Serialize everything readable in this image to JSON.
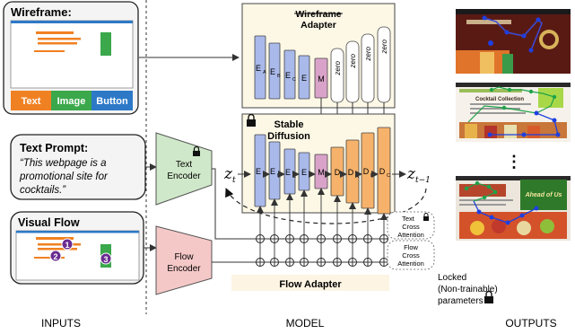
{
  "inputs": {
    "wireframe_title": "Wireframe:",
    "legend": [
      "Text",
      "Image",
      "Button"
    ],
    "text_prompt_title": "Text Prompt:",
    "text_prompt_lines": [
      "“This webpage is a",
      "promotional site for",
      "cocktails.”"
    ],
    "visual_flow_title": "Visual Flow",
    "flow_numbers": [
      "1",
      "2",
      "3"
    ]
  },
  "encoders": {
    "text": [
      "Text",
      "Encoder"
    ],
    "flow": [
      "Flow",
      "Encoder"
    ]
  },
  "model": {
    "wireframe_adapter": [
      "Wireframe",
      "Adapter"
    ],
    "stable_diffusion": [
      "Stable",
      "Diffusion"
    ],
    "adapter_blocks": [
      "E",
      "E",
      "E",
      "E",
      "M",
      "zero",
      "zero",
      "zero",
      "zero"
    ],
    "adapter_subs": [
      "A",
      "B",
      "C",
      "",
      "",
      "",
      "",
      "",
      ""
    ],
    "unet_blocks": [
      "E",
      "E",
      "E",
      "E",
      "M",
      "D",
      "D",
      "D",
      "D"
    ],
    "unet_subs": [
      "A",
      "B",
      "C",
      "",
      "",
      "",
      "A",
      "B",
      "C"
    ],
    "z_in": "z",
    "z_in_sub": "t",
    "z_out": "z",
    "z_out_sub": "t−1",
    "text_cross_attention": [
      "Text",
      "Cross",
      "Attention"
    ],
    "flow_cross_attention": [
      "Flow",
      "Cross",
      "Attention"
    ],
    "flow_adapter": "Flow Adapter"
  },
  "outputs": {
    "ellipsis": "⋮",
    "screen2_heading": "Cocktail Collection",
    "screen3_heading": "Ahead of Us"
  },
  "legend_note": [
    "Locked",
    "(Non-trainable)",
    "parameters"
  ],
  "section_labels": [
    "INPUTS",
    "MODEL",
    "OUTPUTS"
  ],
  "colors": {
    "text_orange": "#f08122",
    "image_green": "#3aa84b",
    "button_blue": "#2d79c7",
    "encoder_blue": "#a9b9ea",
    "middle_pink": "#d9a3c9",
    "decoder_orange": "#f6b26b",
    "text_encoder_green": "#cfe8c9",
    "flow_encoder_pink": "#f5c8c8",
    "flow_purple": "#6a2c91"
  }
}
